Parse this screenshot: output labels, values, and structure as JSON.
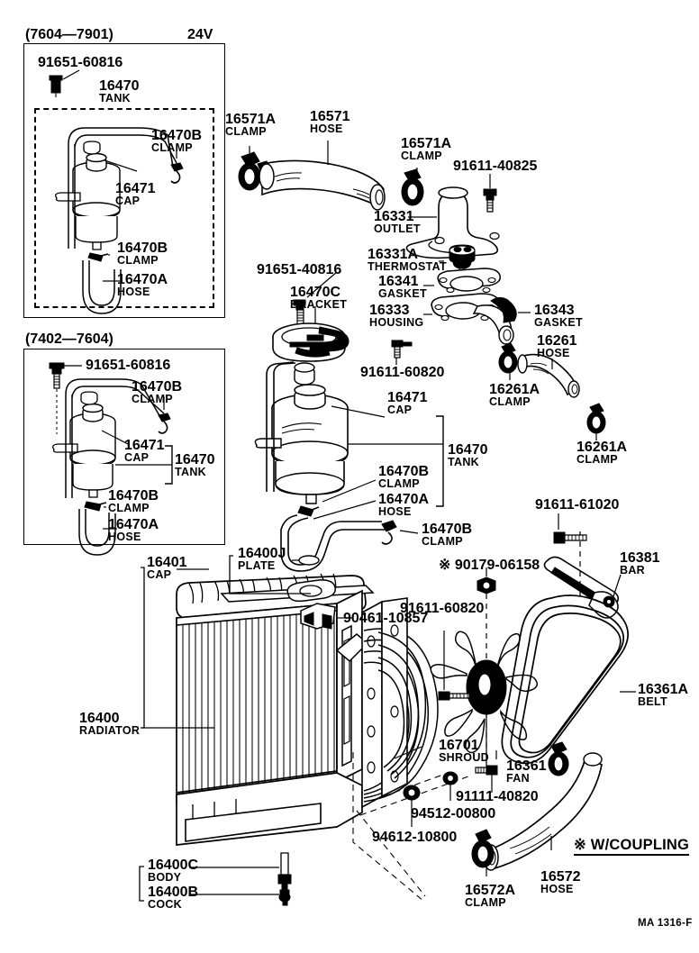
{
  "diagram": {
    "footer_code": "MA 1316-F",
    "note_coupling": "※ W/COUPLING"
  },
  "inset_top": {
    "title": "(7604—7901)",
    "voltage": "24V",
    "labels": [
      {
        "num": "91651-60816",
        "sub": ""
      },
      {
        "num": "16470",
        "sub": "TANK"
      },
      {
        "num": "16470B",
        "sub": "CLAMP"
      },
      {
        "num": "16471",
        "sub": "CAP"
      },
      {
        "num": "16470B",
        "sub": "CLAMP"
      },
      {
        "num": "16470A",
        "sub": "HOSE"
      }
    ]
  },
  "inset_bottom": {
    "title": "(7402—7604)",
    "labels": [
      {
        "num": "91651-60816",
        "sub": ""
      },
      {
        "num": "16470B",
        "sub": "CLAMP"
      },
      {
        "num": "16471",
        "sub": "CAP"
      },
      {
        "num": "16470",
        "sub": "TANK"
      },
      {
        "num": "16470B",
        "sub": "CLAMP"
      },
      {
        "num": "16470A",
        "sub": "HOSE"
      }
    ]
  },
  "upper_assembly": {
    "labels": [
      {
        "num": "16571A",
        "sub": "CLAMP"
      },
      {
        "num": "16571",
        "sub": "HOSE"
      },
      {
        "num": "16571A",
        "sub": "CLAMP"
      },
      {
        "num": "91611-40825",
        "sub": ""
      },
      {
        "num": "16331",
        "sub": "OUTLET"
      },
      {
        "num": "16331A",
        "sub": "THERMOSTAT"
      },
      {
        "num": "16341",
        "sub": "GASKET"
      },
      {
        "num": "16333",
        "sub": "HOUSING"
      },
      {
        "num": "16343",
        "sub": "GASKET"
      },
      {
        "num": "16261",
        "sub": "HOSE"
      },
      {
        "num": "16261A",
        "sub": "CLAMP"
      },
      {
        "num": "16261A",
        "sub": "CLAMP"
      },
      {
        "num": "91651-40816",
        "sub": ""
      },
      {
        "num": "16470C",
        "sub": "BRACKET"
      },
      {
        "num": "91611-60820",
        "sub": ""
      }
    ]
  },
  "mid_tank": {
    "labels": [
      {
        "num": "16471",
        "sub": "CAP"
      },
      {
        "num": "16470",
        "sub": "TANK"
      },
      {
        "num": "16470B",
        "sub": "CLAMP"
      },
      {
        "num": "16470A",
        "sub": "HOSE"
      },
      {
        "num": "16470B",
        "sub": "CLAMP"
      }
    ]
  },
  "radiator_assembly": {
    "labels": [
      {
        "num": "16401",
        "sub": "CAP"
      },
      {
        "num": "16400J",
        "sub": "PLATE"
      },
      {
        "num": "90461-10857",
        "sub": ""
      },
      {
        "num": "16400",
        "sub": "RADIATOR"
      },
      {
        "num": "16400C",
        "sub": "BODY"
      },
      {
        "num": "16400B",
        "sub": "COCK"
      },
      {
        "num": "※ 90179-06158",
        "sub": ""
      },
      {
        "num": "91611-60820",
        "sub": ""
      },
      {
        "num": "91611-61020",
        "sub": ""
      },
      {
        "num": "16381",
        "sub": "BAR"
      },
      {
        "num": "16361A",
        "sub": "BELT"
      },
      {
        "num": "16701",
        "sub": "SHROUD"
      },
      {
        "num": "16361",
        "sub": "FAN"
      },
      {
        "num": "91111-40820",
        "sub": ""
      },
      {
        "num": "94512-00800",
        "sub": ""
      },
      {
        "num": "94612-10800",
        "sub": ""
      },
      {
        "num": "16572",
        "sub": "HOSE"
      },
      {
        "num": "16572A",
        "sub": "CLAMP"
      }
    ]
  },
  "colors": {
    "ink": "#000000",
    "paper": "#ffffff"
  }
}
